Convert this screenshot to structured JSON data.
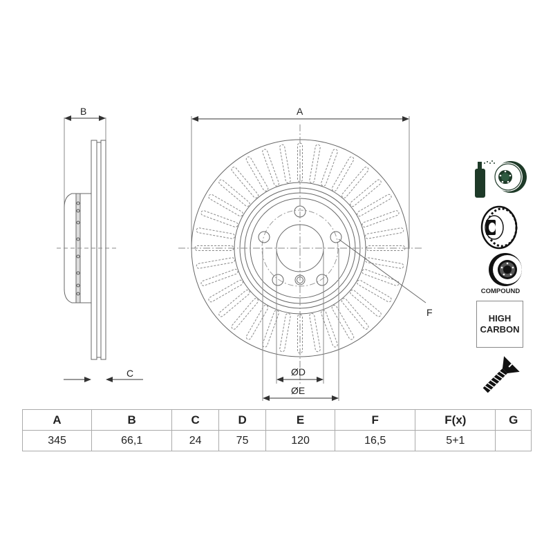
{
  "drawing": {
    "side_view": {
      "dim_B_label": "B",
      "dim_C_label": "C"
    },
    "front_view": {
      "dim_A_label": "A",
      "dim_D_label": "ØD",
      "dim_E_label": "ØE",
      "dim_F_label": "F"
    }
  },
  "feature_icons": [
    {
      "name": "coated-disc-icon"
    },
    {
      "name": "vented-disc-icon"
    },
    {
      "name": "compound-disc-icon",
      "label": "COMPOUND"
    },
    {
      "name": "high-carbon-badge",
      "line1": "HIGH",
      "line2": "CARBON"
    },
    {
      "name": "screw-icon"
    }
  ],
  "spec_table": {
    "headers": [
      "A",
      "B",
      "C",
      "D",
      "E",
      "F",
      "F(x)",
      "G"
    ],
    "values": [
      "345",
      "66,1",
      "24",
      "75",
      "120",
      "16,5",
      "5+1",
      ""
    ]
  },
  "colors": {
    "line": "#555555",
    "icon": "#1e3a28",
    "text": "#222222"
  }
}
